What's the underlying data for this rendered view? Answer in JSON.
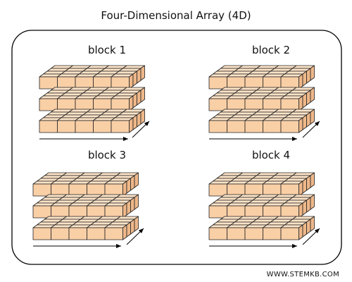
{
  "title": "Four-Dimensional Array (4D)",
  "blocks": [
    {
      "label": "block 1"
    },
    {
      "label": "block 2"
    },
    {
      "label": "block 3"
    },
    {
      "label": "block 4"
    }
  ],
  "credit": "WWW.STEMKB.COM",
  "colors": {
    "cell_top": "#fde4c8",
    "cell_front": "#f9cfa6",
    "cell_side": "#eeb88a",
    "stroke": "#222222",
    "frame": "#000000"
  }
}
